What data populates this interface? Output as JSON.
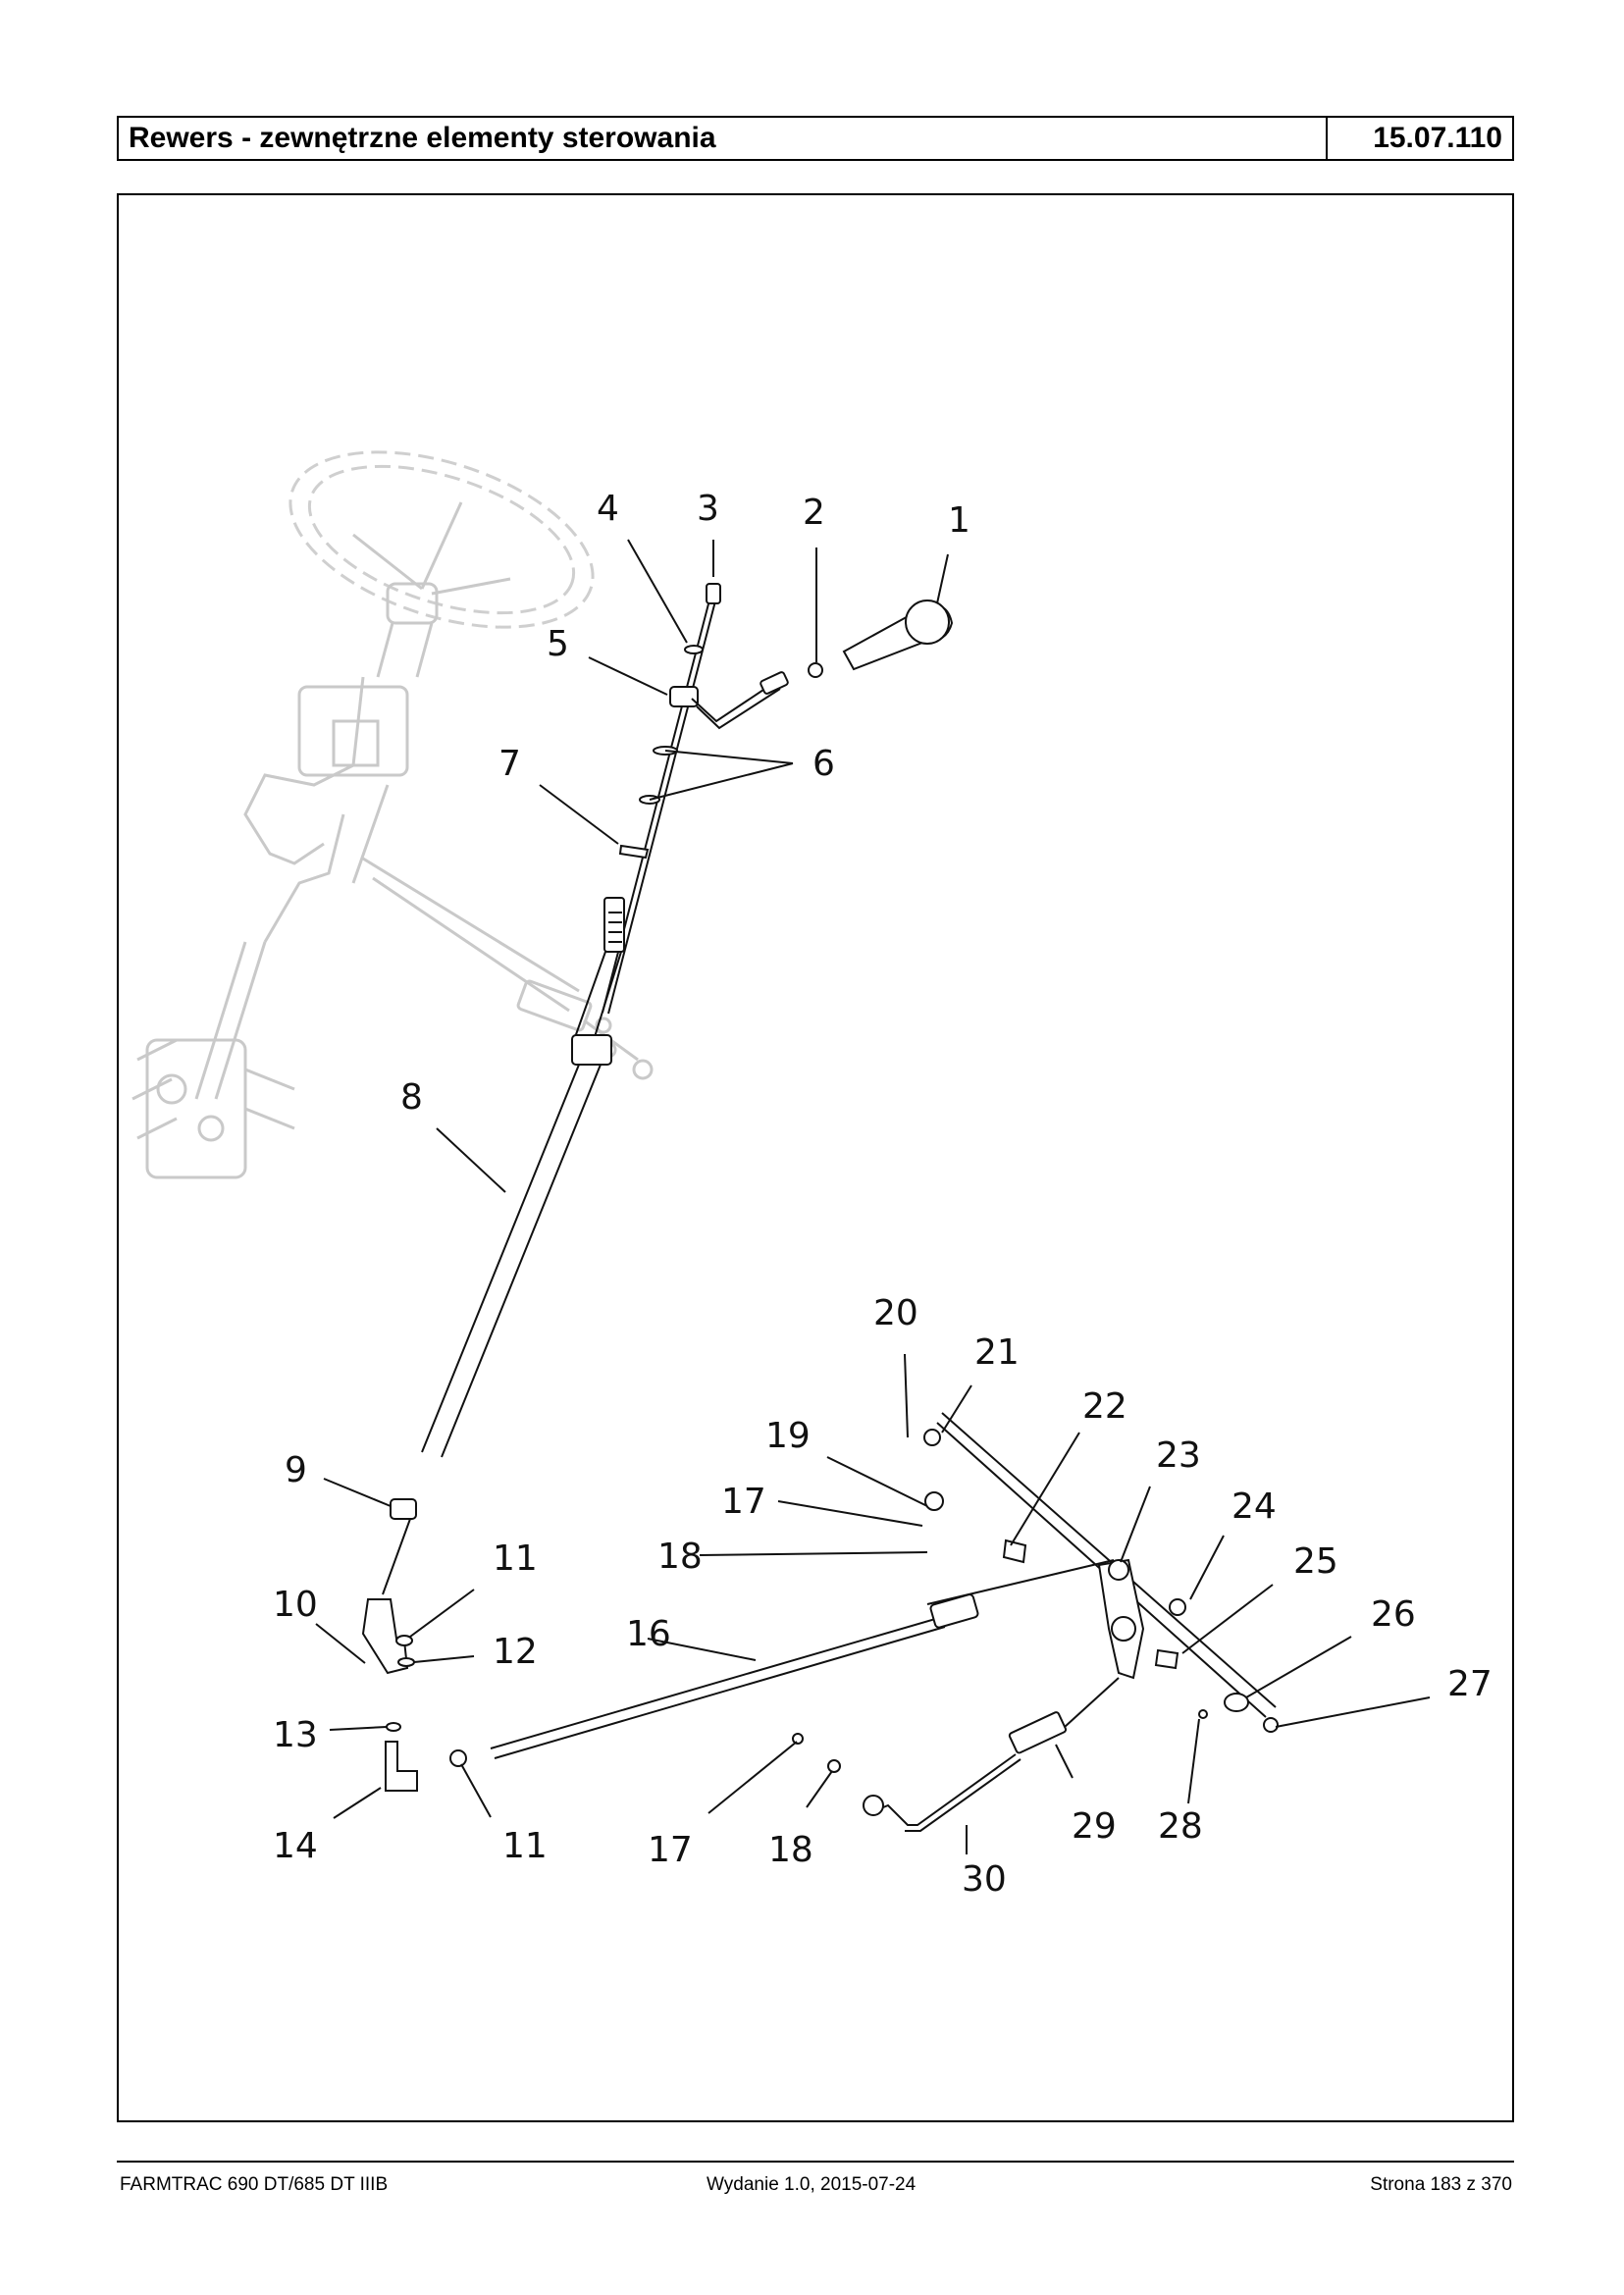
{
  "header": {
    "title": "Rewers - zewnętrzne elementy sterowania",
    "code": "15.07.110"
  },
  "diagram": {
    "callouts": [
      {
        "id": "1",
        "text": "1"
      },
      {
        "id": "2",
        "text": "2"
      },
      {
        "id": "3",
        "text": "3"
      },
      {
        "id": "4",
        "text": "4"
      },
      {
        "id": "5",
        "text": "5"
      },
      {
        "id": "6",
        "text": "6"
      },
      {
        "id": "7",
        "text": "7"
      },
      {
        "id": "8",
        "text": "8"
      },
      {
        "id": "9",
        "text": "9"
      },
      {
        "id": "10",
        "text": "10"
      },
      {
        "id": "11a",
        "text": "11"
      },
      {
        "id": "11b",
        "text": "11"
      },
      {
        "id": "12",
        "text": "12"
      },
      {
        "id": "13",
        "text": "13"
      },
      {
        "id": "14",
        "text": "14"
      },
      {
        "id": "16",
        "text": "16"
      },
      {
        "id": "17a",
        "text": "17"
      },
      {
        "id": "17b",
        "text": "17"
      },
      {
        "id": "18a",
        "text": "18"
      },
      {
        "id": "18b",
        "text": "18"
      },
      {
        "id": "19",
        "text": "19"
      },
      {
        "id": "20",
        "text": "20"
      },
      {
        "id": "21",
        "text": "21"
      },
      {
        "id": "22",
        "text": "22"
      },
      {
        "id": "23",
        "text": "23"
      },
      {
        "id": "24",
        "text": "24"
      },
      {
        "id": "25",
        "text": "25"
      },
      {
        "id": "26",
        "text": "26"
      },
      {
        "id": "27",
        "text": "27"
      },
      {
        "id": "28",
        "text": "28"
      },
      {
        "id": "29",
        "text": "29"
      },
      {
        "id": "30",
        "text": "30"
      }
    ]
  },
  "footer": {
    "model": "FARMTRAC 690 DT/685 DT IIIB",
    "edition": "Wydanie 1.0,  2015-07-24",
    "page": "Strona 183 z 370"
  }
}
